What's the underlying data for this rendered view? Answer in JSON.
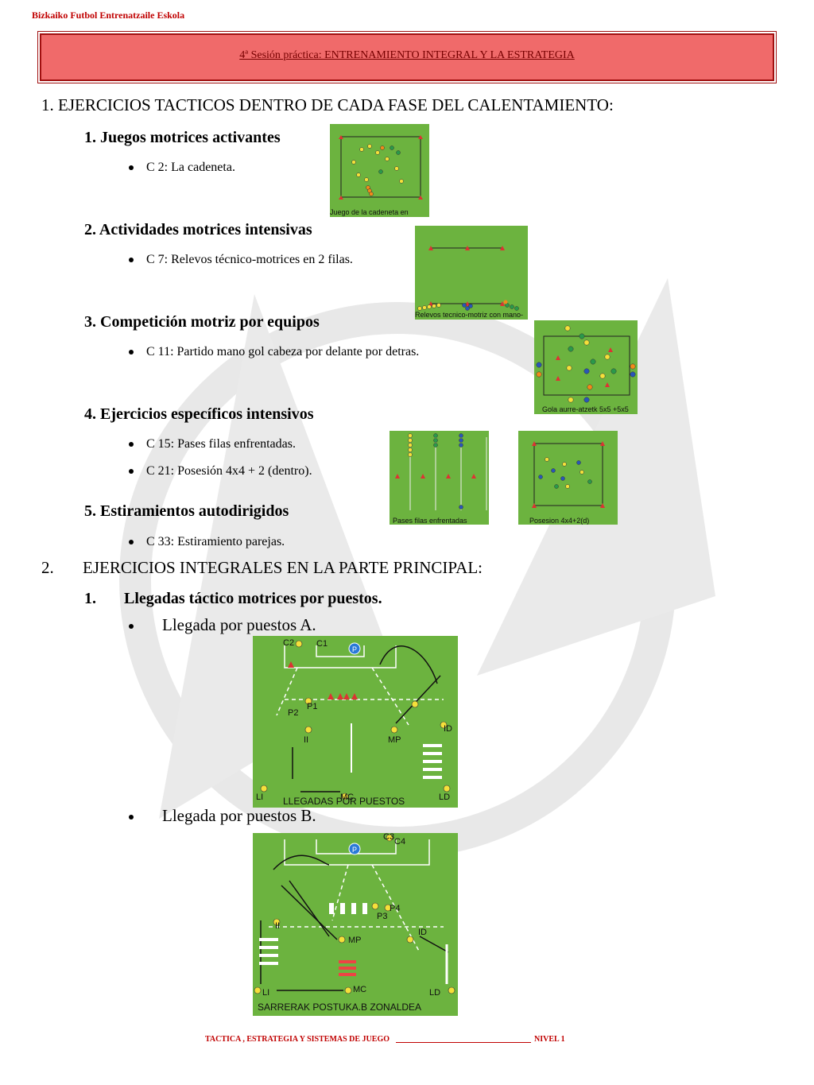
{
  "header": {
    "brand": "Bizkaiko Futbol Entrenatzaile Eskola"
  },
  "title": "4ª Sesión práctica: ENTRENAMIENTO INTEGRAL Y LA ESTRATEGIA",
  "section1": {
    "heading": "1.  EJERCICIOS TACTICOS DENTRO DE CADA FASE DEL CALENTAMIENTO:",
    "items": [
      {
        "heading": "1.  Juegos motrices activantes",
        "bullets": [
          "C 2: La cadeneta."
        ]
      },
      {
        "heading": "2.  Actividades motrices intensivas",
        "bullets": [
          "C 7: Relevos técnico-motrices en 2 filas."
        ]
      },
      {
        "heading": "3.  Competición motriz por equipos",
        "bullets": [
          "C 11: Partido mano gol cabeza por delante por detras."
        ]
      },
      {
        "heading": "4.  Ejercicios específicos intensivos",
        "bullets": [
          "C 15: Pases filas enfrentadas.",
          "C 21: Posesión 4x4 + 2 (dentro)."
        ]
      },
      {
        "heading": "5.  Estiramientos autodirigidos",
        "bullets": [
          "C 33: Estiramiento parejas."
        ]
      }
    ]
  },
  "figures": {
    "cadeneta": "Juego de la cadeneta en grupos",
    "relevos": "Relevos tecnico-motriz con mano-pe",
    "gola": "Gola aurre-atzetk 5x5 +5x5",
    "pases": "Pases filas enfrentadas",
    "posesion": "Posesion 4x4+2(d)",
    "llegadas_a": "LLEGADAS POR PUESTOS",
    "llegadas_b": "SARRERAK POSTUKA.B ZONALDEA"
  },
  "field_labels": {
    "a": [
      "C2",
      "C1",
      "P",
      "P1",
      "P2",
      "II",
      "MP",
      "ID",
      "LI",
      "MC",
      "LD"
    ],
    "b": [
      "C3",
      "C4",
      "P",
      "P4",
      "P3",
      "II",
      "MP",
      "ID",
      "LI",
      "MC",
      "LD"
    ]
  },
  "section2": {
    "num": "2.",
    "heading": "EJERCICIOS INTEGRALES EN LA PARTE PRINCIPAL:",
    "sub_num": "1.",
    "sub_heading": "Llegadas táctico motrices por puestos.",
    "bullets": [
      "Llegada por puestos A.",
      "Llegada por puestos B."
    ]
  },
  "footer": {
    "text": "TACTICA , ESTRATEGIA Y SISTEMAS DE JUEGO",
    "level": "NIVEL 1"
  },
  "colors": {
    "field": "#6cb33f",
    "title_bg": "#f06a6a",
    "brand": "#c00000"
  }
}
